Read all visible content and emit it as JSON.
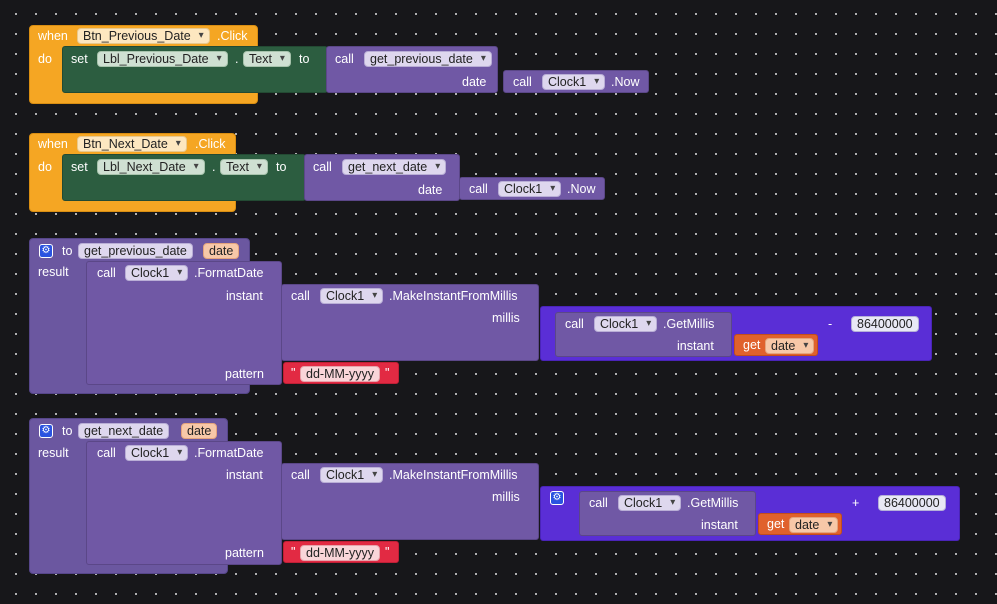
{
  "kw": {
    "when": "when",
    "do": "do",
    "set": "set",
    "to": "to",
    "call": "call",
    "dot": ".",
    "result": "result",
    "get": "get"
  },
  "event_prev": {
    "component": "Btn_Previous_Date",
    "event": ".Click",
    "target": "Lbl_Previous_Date",
    "property": "Text",
    "proc": "get_previous_date",
    "param_label": "date",
    "clock": "Clock1",
    "method": ".Now"
  },
  "event_next": {
    "component": "Btn_Next_Date",
    "event": ".Click",
    "target": "Lbl_Next_Date",
    "property": "Text",
    "proc": "get_next_date",
    "param_label": "date",
    "clock": "Clock1",
    "method": ".Now"
  },
  "proc_prev": {
    "name": "get_previous_date",
    "param": "date",
    "clock": "Clock1",
    "format_method": ".FormatDate",
    "instant_label": "instant",
    "make_method": ".MakeInstantFromMillis",
    "millis_label": "millis",
    "getmillis_method": ".GetMillis",
    "get_var": "date",
    "operator": "-",
    "number": "86400000",
    "pattern_label": "pattern",
    "pattern_value": "dd-MM-yyyy",
    "quote": "\""
  },
  "proc_next": {
    "name": "get_next_date",
    "param": "date",
    "clock": "Clock1",
    "format_method": ".FormatDate",
    "instant_label": "instant",
    "make_method": ".MakeInstantFromMillis",
    "millis_label": "millis",
    "getmillis_method": ".GetMillis",
    "get_var": "date",
    "operator": "+",
    "number": "86400000",
    "pattern_label": "pattern",
    "pattern_value": "dd-MM-yyyy",
    "quote": "\""
  },
  "colors": {
    "event": "#f5a623",
    "setter": "#2c5d40",
    "procedure": "#7058a5",
    "math": "#5a2ed6",
    "variable_get": "#e0612c",
    "text": "#e22a43",
    "workspace": "#17171a"
  },
  "icons": {
    "mutator": "gear-icon",
    "dropdown": "chevron-down-icon"
  }
}
